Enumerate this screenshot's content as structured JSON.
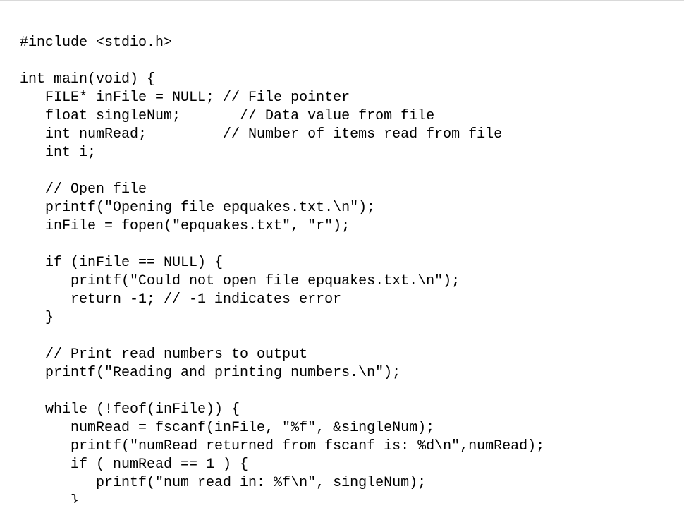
{
  "document": {
    "language": "C",
    "lines": [
      "#include <stdio.h>",
      "",
      "int main(void) {",
      "   FILE* inFile = NULL; // File pointer",
      "   float singleNum;       // Data value from file",
      "   int numRead;         // Number of items read from file",
      "   int i;",
      "",
      "   // Open file",
      "   printf(\"Opening file epquakes.txt.\\n\");",
      "   inFile = fopen(\"epquakes.txt\", \"r\");",
      "",
      "   if (inFile == NULL) {",
      "      printf(\"Could not open file epquakes.txt.\\n\");",
      "      return -1; // -1 indicates error",
      "   }",
      "",
      "   // Print read numbers to output",
      "   printf(\"Reading and printing numbers.\\n\");",
      "",
      "   while (!feof(inFile)) {",
      "      numRead = fscanf(inFile, \"%f\", &singleNum);",
      "      printf(\"numRead returned from fscanf is: %d\\n\",numRead);",
      "      if ( numRead == 1 ) {",
      "         printf(\"num read in: %f\\n\", singleNum);",
      "      }"
    ]
  }
}
